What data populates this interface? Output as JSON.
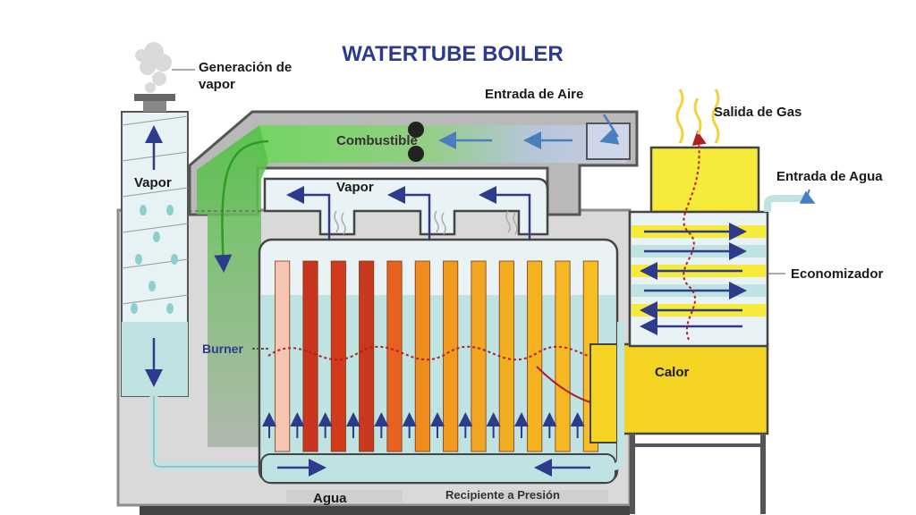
{
  "title": "WATERTUBE BOILER",
  "labels": {
    "steam_generation_line1": "Generación de",
    "steam_generation_line2": "vapor",
    "air_inlet": "Entrada de Aire",
    "gas_outlet": "Salida de Gas",
    "fuel": "Combustible",
    "vapor_left": "Vapor",
    "vapor_top": "Vapor",
    "water_inlet": "Entrada de Agua",
    "economizer": "Economizador",
    "burner": "Burner",
    "heat": "Calor",
    "water": "Agua",
    "pressure_vessel": "Recipiente a Presión"
  },
  "colors": {
    "title": "#2e3a8c",
    "arrow_blue": "#2e3a8c",
    "heat_arrow": "#b01e1e",
    "water": "#bfe3e3",
    "flue_gas_green": "#4cc43c",
    "casing_gray": "#8c8c8c",
    "economizer_yellow": "#f5e22a"
  },
  "tubes": {
    "count": 12,
    "colors": [
      "#f4c5b0",
      "#c8341e",
      "#d23a1c",
      "#c9391d",
      "#e8611e",
      "#ef8c1e",
      "#f19a1e",
      "#f2a51f",
      "#f3ad20",
      "#f4b221",
      "#f5b823",
      "#f6bd25"
    ]
  }
}
